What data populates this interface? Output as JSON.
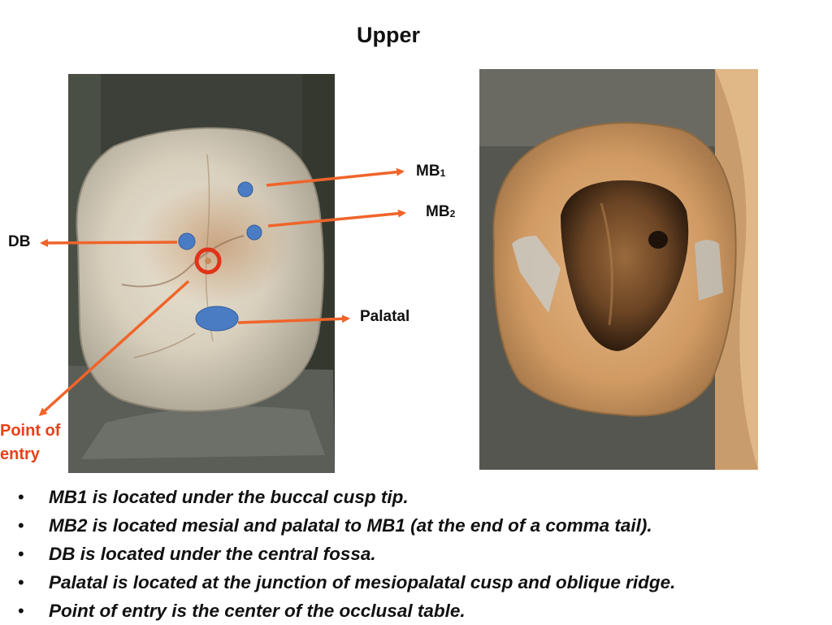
{
  "title": "Upper",
  "labels": {
    "mb1_main": "MB",
    "mb1_sub": "1",
    "mb2_main": "MB",
    "mb2_sub": "2",
    "db": "DB",
    "palatal": "Palatal",
    "point_of_entry": "Point of entry"
  },
  "bullets": [
    "MB1 is located under the buccal cusp tip.",
    "MB2 is located mesial and palatal to MB1 (at the end of a comma tail).",
    "DB is located under the central fossa.",
    "Palatal is located at the junction of mesiopalatal cusp and oblique ridge.",
    "Point of entry is the center of the occlusal table."
  ],
  "colors": {
    "arrow": "#f0642a",
    "canal_marker": "#4a7cc4",
    "entry_ring": "#e03318",
    "entry_text": "#e8401a"
  }
}
